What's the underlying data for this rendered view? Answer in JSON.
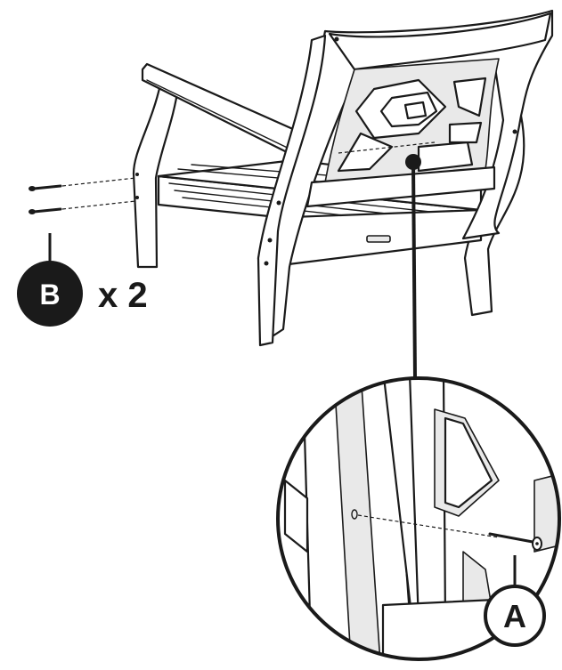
{
  "callouts": {
    "part_b": {
      "letter": "B",
      "quantity": "x 2"
    },
    "part_a": {
      "letter": "A"
    }
  },
  "colors": {
    "ink": "#1a1a1a",
    "badge_fill": "#1a1a1a",
    "paper": "#ffffff",
    "shade": "#e9e9e9"
  },
  "icons": [
    "screw-icon",
    "bolt-icon"
  ]
}
